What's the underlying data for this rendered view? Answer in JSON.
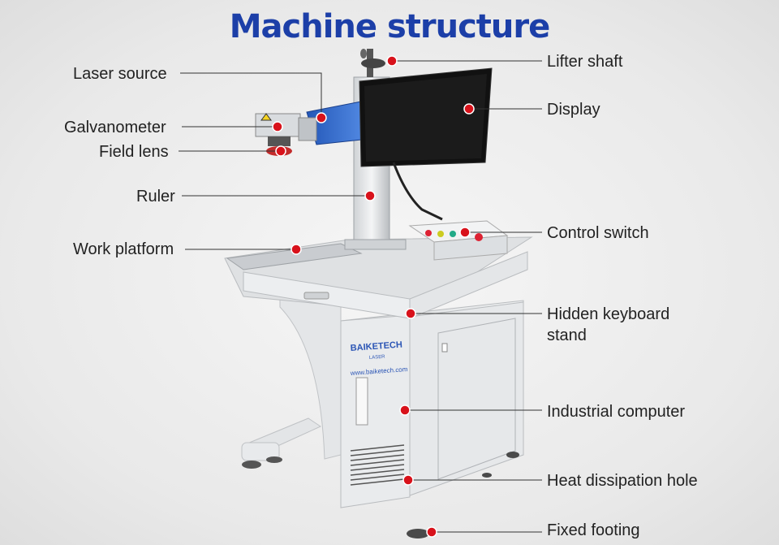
{
  "title": "Machine structure",
  "brand": {
    "name": "BAIKETECH",
    "sub": "LASER",
    "url": "www.baiketech.com"
  },
  "labels": {
    "laser_source": "Laser source",
    "galvanometer": "Galvanometer",
    "field_lens": "Field lens",
    "ruler": "Ruler",
    "work_platform": "Work platform",
    "lifter_shaft": "Lifter shaft",
    "display": "Display",
    "control_switch": "Control switch",
    "hidden_keyboard_stand": "Hidden keyboard stand",
    "industrial_computer": "Industrial computer",
    "heat_dissipation_hole": "Heat dissipation hole",
    "fixed_footing": "Fixed footing"
  },
  "colors": {
    "title": "#1c3fa8",
    "marker": "#d8121b",
    "laser_head_blue": "#2a63c9"
  }
}
